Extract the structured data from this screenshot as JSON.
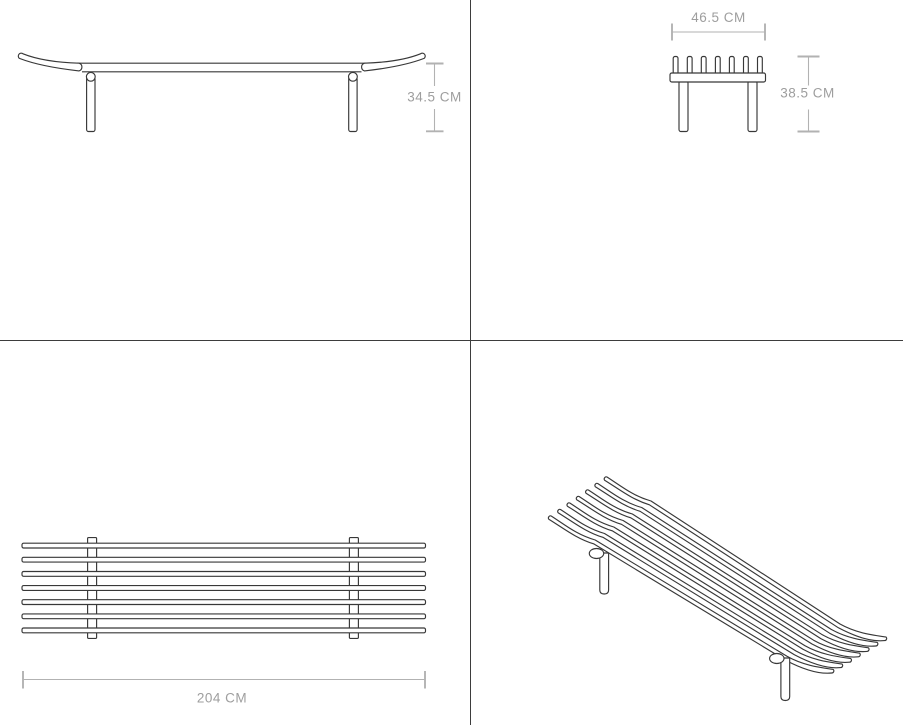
{
  "dimensions": {
    "front_height": "34.5 CM",
    "end_width": "46.5 CM",
    "end_height": "38.5 CM",
    "top_length": "204 CM"
  },
  "colors": {
    "drawing_line": "#383838",
    "dimension_line": "#b2b2b2",
    "dimension_text": "#9e9e9e",
    "divider": "#3d3d3d",
    "background": "#ffffff"
  }
}
